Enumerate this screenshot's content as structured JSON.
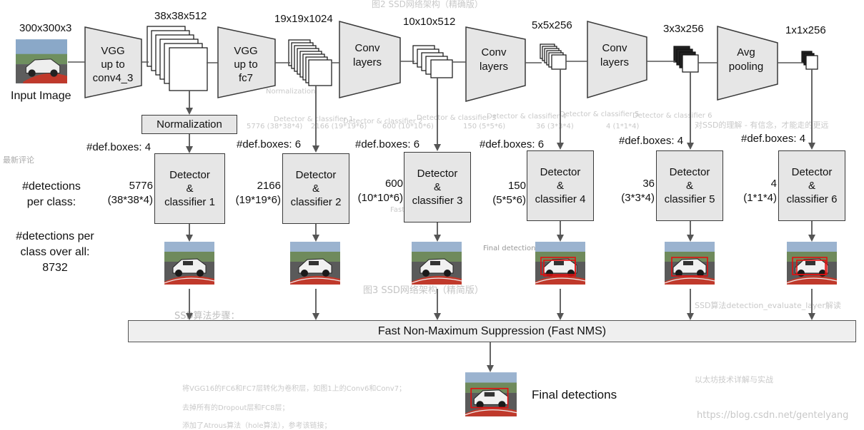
{
  "background": {
    "texts": [
      "图2 SSD网络架构（精确版）",
      "Final detections",
      "图3 SSD网络架构（精简版）",
      "SSD算法步骤：",
      "将VGG16的FC6和FC7层转化为卷积层，如图1上的Conv6和Conv7；",
      "去掉所有的Dropout层和FC8层；",
      "添加了Atrous算法（hole算法），参考该链接；",
      "最新评论",
      "对SSD的理解 - 有信念，才能走的更远",
      "SSD算法detection_evaluate_layer解读",
      "以太坊技术详解与实战",
      "https://blog.csdn.net/gentelyang",
      "Normalization",
      "Detector & classifier 1",
      "Detector & classifier 2",
      "Detector & classifier 3",
      "Detector & classifier 4",
      "Detector & classifier 5",
      "Detector & classifier 6",
      "Fast NMS",
      "5776 (38*38*4)",
      "2166 (19*19*6)",
      "600 (10*10*6)",
      "150 (5*5*6)",
      "36 (3*3*4)",
      "4 (1*1*4)"
    ]
  },
  "input": {
    "size": "300x300x3",
    "caption": "Input Image"
  },
  "blocks": {
    "vgg1": [
      "VGG",
      "up to",
      "conv4_3"
    ],
    "vgg2": [
      "VGG",
      "up to",
      "fc7"
    ],
    "conv1": [
      "Conv",
      "layers"
    ],
    "conv2": [
      "Conv",
      "layers"
    ],
    "conv3": [
      "Conv",
      "layers"
    ],
    "avg": [
      "Avg",
      "pooling"
    ]
  },
  "feature_maps": [
    "38x38x512",
    "19x19x1024",
    "10x10x512",
    "5x5x256",
    "3x3x256",
    "1x1x256"
  ],
  "normalization": "Normalization",
  "def_boxes": [
    "#def.boxes: 4",
    "#def.boxes: 6",
    "#def.boxes: 6",
    "#def.boxes: 6",
    "#def.boxes: 4",
    "#def.boxes: 4"
  ],
  "detectors": [
    {
      "line1": "Detector",
      "line2": "&",
      "line3": "classifier 1",
      "count": "5776",
      "formula": "(38*38*4)"
    },
    {
      "line1": "Detector",
      "line2": "&",
      "line3": "classifier 2",
      "count": "2166",
      "formula": "(19*19*6)"
    },
    {
      "line1": "Detector",
      "line2": "&",
      "line3": "classifier 3",
      "count": "600",
      "formula": "(10*10*6)"
    },
    {
      "line1": "Detector",
      "line2": "&",
      "line3": "classifier 4",
      "count": "150",
      "formula": "(5*5*6)"
    },
    {
      "line1": "Detector",
      "line2": "&",
      "line3": "classifier 5",
      "count": "36",
      "formula": "(3*3*4)"
    },
    {
      "line1": "Detector",
      "line2": "&",
      "line3": "classifier 6",
      "count": "4",
      "formula": "(1*1*4)"
    }
  ],
  "side_labels": {
    "per_class_l1": "#detections",
    "per_class_l2": "per class:",
    "overall_l1": "#detections per",
    "overall_l2": "class over all:",
    "overall_value": "8732"
  },
  "nms": "Fast Non-Maximum  Suppression (Fast NMS)",
  "final": "Final detections",
  "colors": {
    "box_fill": "#e6e6e6",
    "box_border": "#3a3a3a",
    "arrow": "#555555",
    "detection": "#e01010"
  }
}
